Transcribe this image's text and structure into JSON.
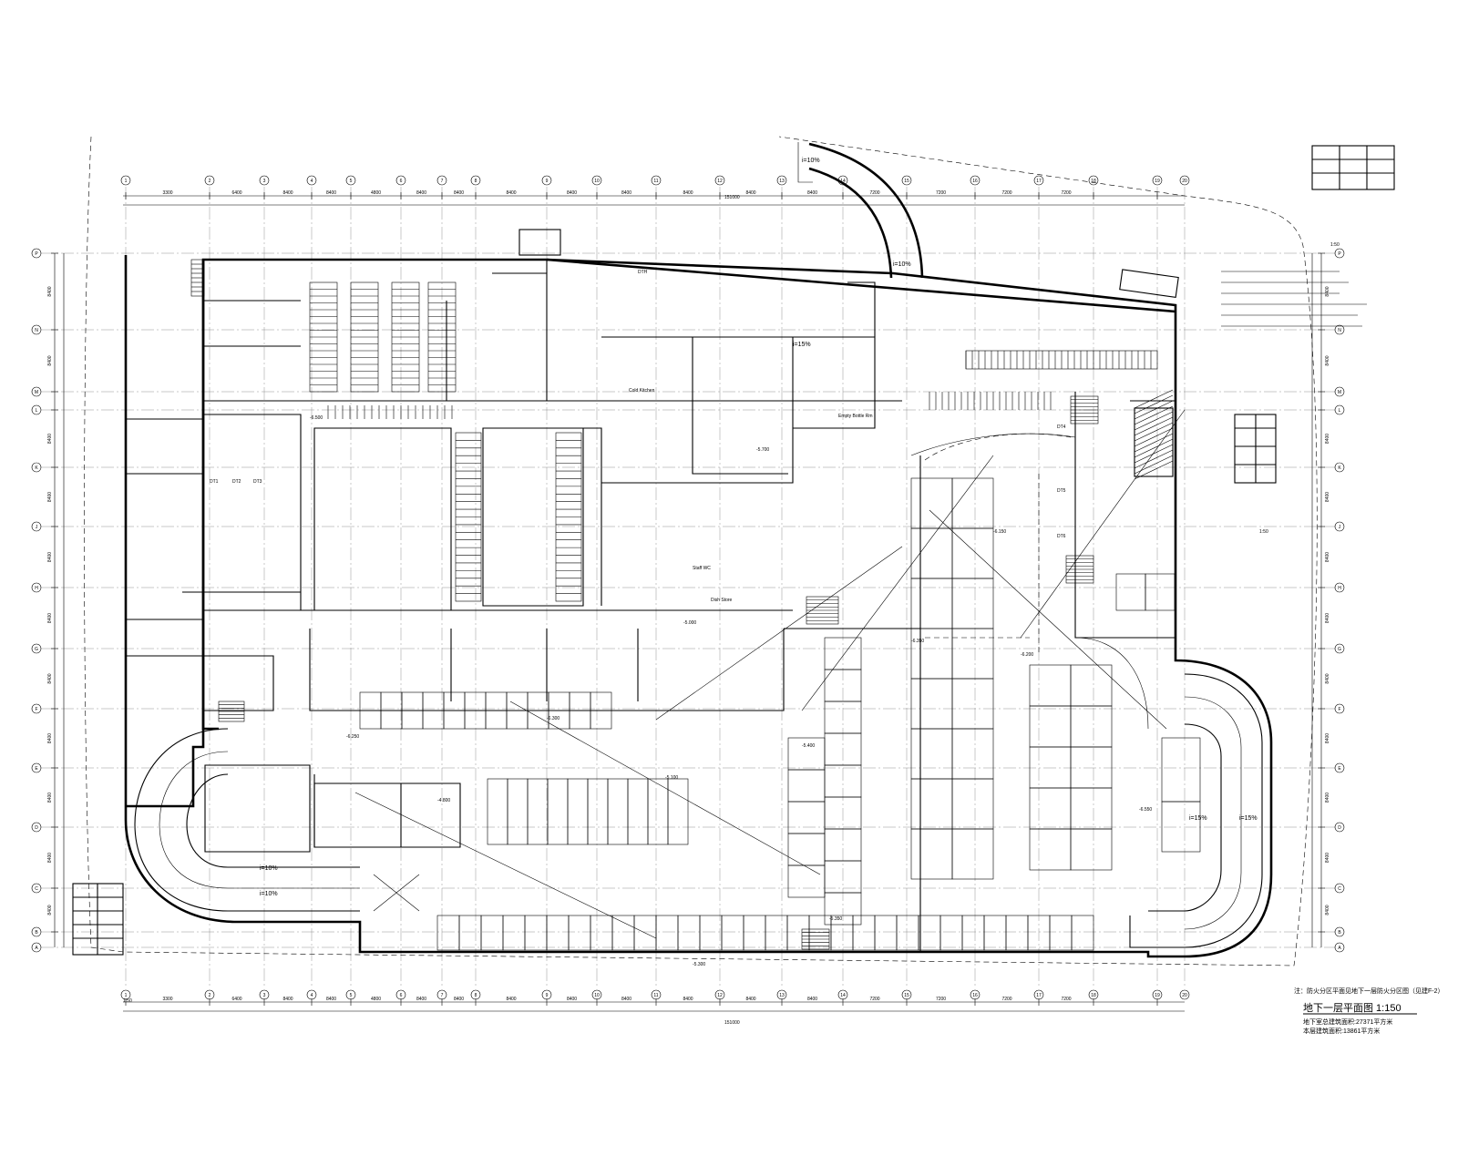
{
  "drawing": {
    "title": "地下一层平面图 1:150",
    "area_line_1": "地下室总建筑面积:27371平方米",
    "area_line_2": "本层建筑面积:13861平方米",
    "note_right": "注：防火分区平面见地下一层防火分区图（见建F-2）",
    "overall_dimension": "151000",
    "detail_scale_1": "1:50",
    "detail_scale_2": "1:50",
    "detail_scale_3": "1:50"
  },
  "room_labels": {
    "ramp_1": "i=10%",
    "ramp_2": "i=10%",
    "ramp_3": "i=10%",
    "ramp_top": "i=10%",
    "ramp_north": "i=15%",
    "ramp_east_1": "i=15%",
    "ramp_east_2": "i=15%",
    "dth": "DTH",
    "elev_1": "DT1",
    "elev_2": "DT2",
    "elev_3": "DT3",
    "elev_4": "DT4",
    "elev_5": "DT5",
    "elev_6": "DT6",
    "staff_wc": "Staff WC",
    "dish_store": "Dish Store",
    "empty_bottle": "Empty Bottle Rm",
    "cold_kitchen": "Cold Kitchen"
  },
  "elevations": [
    "-6.300",
    "-5.100",
    "-5.400",
    "-6.150",
    "-6.200",
    "-6.550",
    "-5.300",
    "-6.250",
    "-4.800",
    "-5.350",
    "-6.350",
    "-5.700",
    "-6.500",
    "-5.000"
  ],
  "column_grid": {
    "x_labels": [
      "1",
      "2",
      "3",
      "4",
      "5",
      "6",
      "7",
      "8",
      "9",
      "10",
      "11",
      "12",
      "13",
      "14",
      "15",
      "16",
      "17",
      "18",
      "19",
      "20"
    ],
    "y_labels": [
      "A",
      "B",
      "C",
      "D",
      "E",
      "F",
      "G",
      "H",
      "J",
      "K",
      "L",
      "M",
      "N",
      "P"
    ],
    "x_spacings": [
      "3300",
      "6400",
      "8400",
      "8400",
      "4800",
      "8400",
      "8400",
      "8400",
      "8400",
      "8400",
      "8400",
      "8400",
      "8400",
      "7200",
      "7200",
      "7200",
      "7200"
    ],
    "y_spacings": [
      "8400",
      "8400",
      "8400",
      "8400",
      "8400",
      "8400",
      "8400",
      "8400",
      "8400",
      "8400",
      "8400",
      "8400",
      "8400"
    ]
  },
  "stroke_color": "#000000",
  "background_color": "#ffffff"
}
